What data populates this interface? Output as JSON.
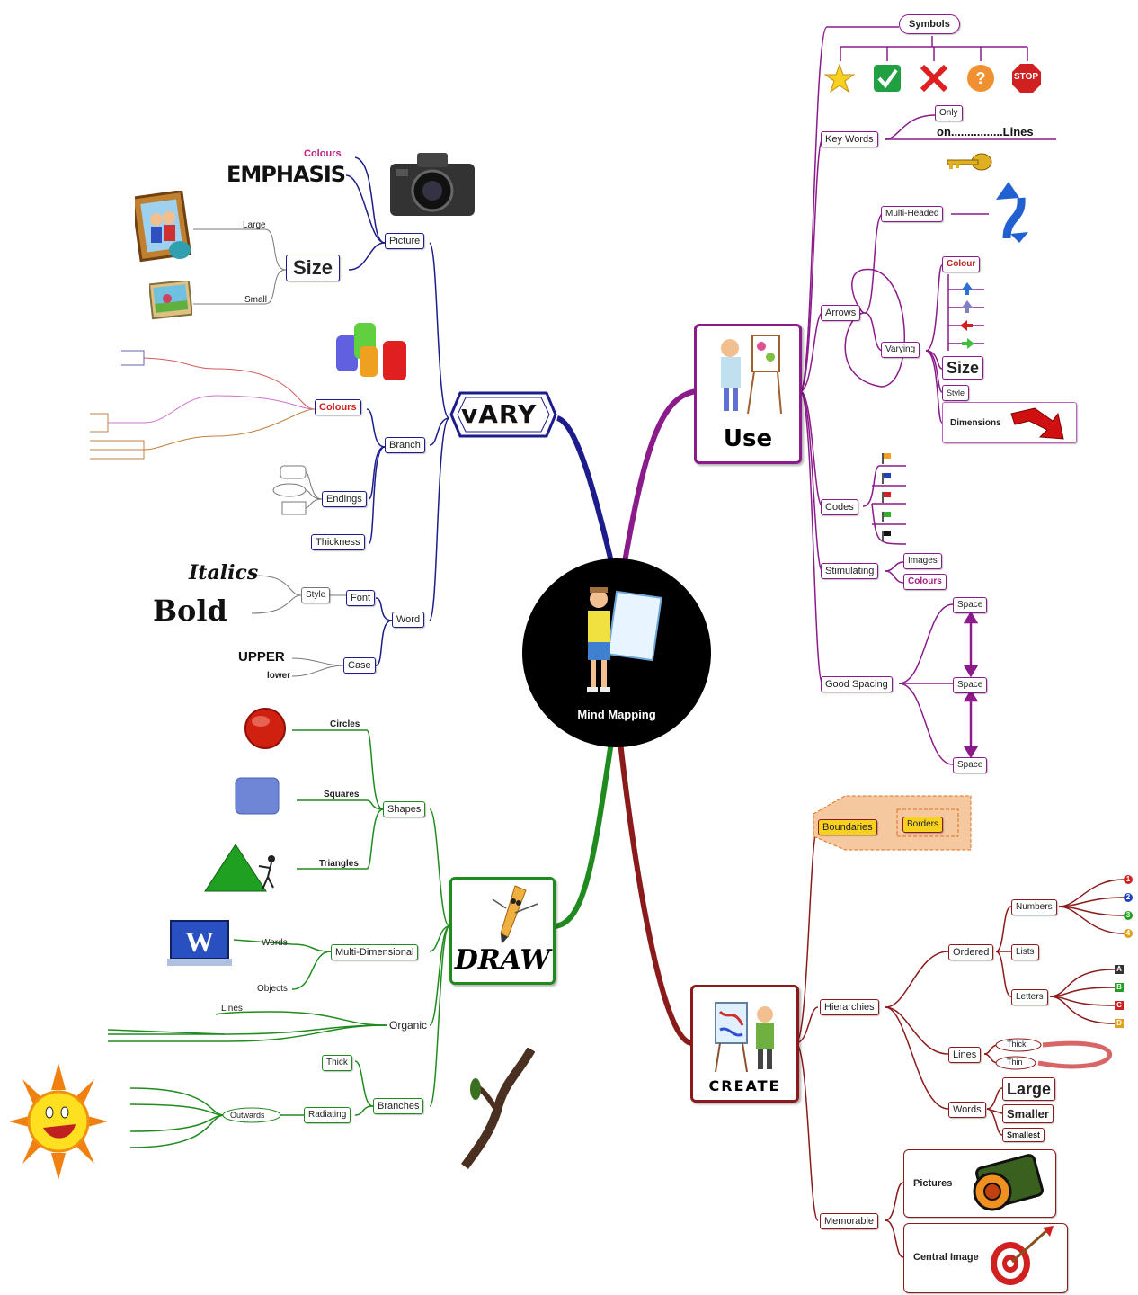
{
  "center": {
    "label": "Mind Mapping"
  },
  "main": {
    "vary": "vARY",
    "use": "Use",
    "draw": "DRAW",
    "create": "CREATE"
  },
  "colors": {
    "vary": "#1c1c8c",
    "use": "#8b1a8b",
    "draw": "#1f8b1f",
    "create": "#8b1a1a"
  },
  "vary": {
    "picture": "Picture",
    "colours_small": "Colours",
    "emphasis": "EMPHASIS",
    "size": "Size",
    "large": "Large",
    "small": "Small",
    "colours": "Colours",
    "branch": "Branch",
    "endings": "Endings",
    "thickness": "Thickness",
    "word": "Word",
    "font": "Font",
    "style": "Style",
    "italics": "Italics",
    "bold": "Bold",
    "case": "Case",
    "upper": "UPPER",
    "lower": "lower"
  },
  "use": {
    "symbols": "Symbols",
    "key_words": "Key Words",
    "only": "Only",
    "on_lines": "on................Lines",
    "arrows": "Arrows",
    "multi_headed": "Multi-Headed",
    "varying": "Varying",
    "colour": "Colour",
    "size": "Size",
    "style": "Style",
    "dimensions": "Dimensions",
    "codes": "Codes",
    "stimulating": "Stimulating",
    "images": "Images",
    "colours": "Colours",
    "good_spacing": "Good Spacing",
    "space1": "Space",
    "space2": "Space",
    "space3": "Space",
    "stop": "STOP"
  },
  "draw": {
    "shapes": "Shapes",
    "circles": "Circles",
    "squares": "Squares",
    "triangles": "Triangles",
    "multi_dimensional": "Multi-Dimensional",
    "words": "Words",
    "objects": "Objects",
    "organic": "Organic",
    "lines": "Lines",
    "branches": "Branches",
    "thick": "Thick",
    "radiating": "Radiating",
    "outwards": "Outwards"
  },
  "create": {
    "boundaries": "Boundaries",
    "borders": "Borders",
    "hierarchies": "Hierarchies",
    "ordered": "Ordered",
    "numbers": "Numbers",
    "lists": "Lists",
    "letters": "Letters",
    "lines": "Lines",
    "thick": "Thick",
    "thin": "Thin",
    "words": "Words",
    "large": "Large",
    "smaller": "Smaller",
    "smallest": "Smallest",
    "memorable": "Memorable",
    "pictures": "Pictures",
    "central_image": "Central Image",
    "n1": "1",
    "n2": "2",
    "n3": "3",
    "n4": "4",
    "la": "A",
    "lb": "B",
    "lc": "C",
    "ld": "D"
  }
}
